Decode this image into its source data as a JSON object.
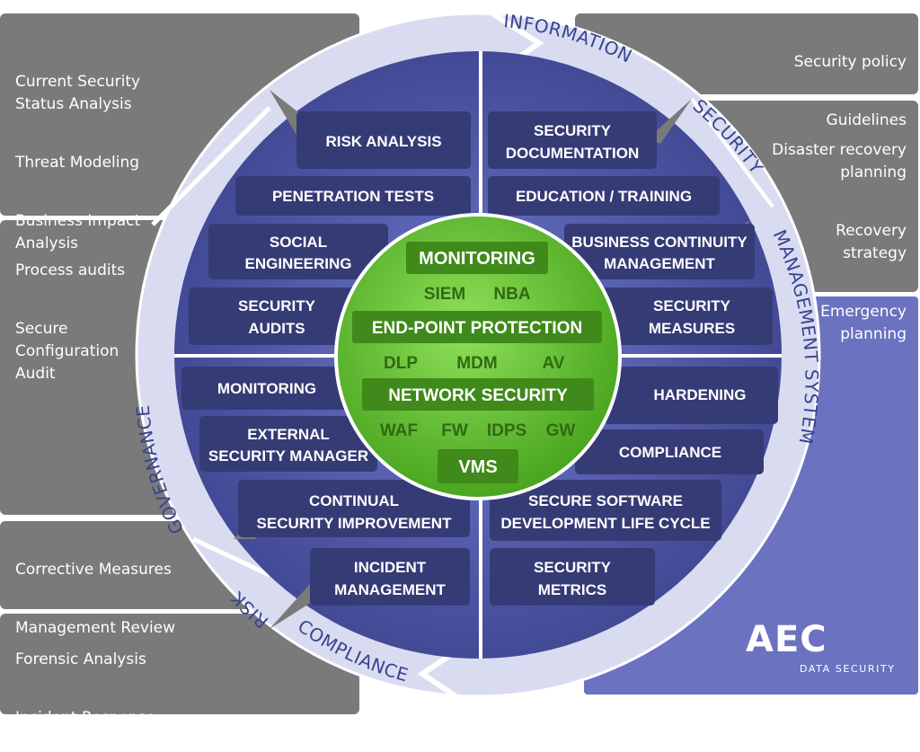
{
  "left_panels": [
    {
      "items": [
        "Current Security\nStatus Analysis",
        "Threat Modeling",
        "Business Impact\nAnalysis"
      ]
    },
    {
      "items": [
        "Process audits",
        "Secure\nConfiguration\nAudit"
      ]
    },
    {
      "items": [
        "Corrective Measures",
        "Management Review"
      ]
    },
    {
      "items": [
        "Forensic Analysis",
        "Incident Response"
      ]
    }
  ],
  "right_panels": [
    {
      "items": [
        "Security policy",
        "Guidelines"
      ]
    },
    {
      "items": [
        "Disaster recovery\nplanning",
        "Recovery\nstrategy",
        "Emergency\nplanning"
      ]
    }
  ],
  "ring_labels": [
    "INFORMATION",
    "SECURITY",
    "MANAGEMENT  SYSTEM",
    "GOVERNANCE",
    "RISK",
    "COMPLIANCE"
  ],
  "left_boxes": [
    [
      "RISK ANALYSIS"
    ],
    [
      "PENETRATION TESTS"
    ],
    [
      "SOCIAL",
      "ENGINEERING"
    ],
    [
      "SECURITY",
      "AUDITS"
    ],
    [
      "MONITORING"
    ],
    [
      "EXTERNAL",
      "SECURITY MANAGER"
    ],
    [
      "CONTINUAL",
      "SECURITY IMPROVEMENT"
    ],
    [
      "INCIDENT",
      "MANAGEMENT"
    ]
  ],
  "right_boxes": [
    [
      "SECURITY",
      "DOCUMENTATION"
    ],
    [
      "EDUCATION / TRAINING"
    ],
    [
      "BUSINESS CONTINUITY",
      "MANAGEMENT"
    ],
    [
      "SECURITY",
      "MEASURES"
    ],
    [
      "HARDENING"
    ],
    [
      "COMPLIANCE"
    ],
    [
      "SECURE SOFTWARE",
      "DEVELOPMENT LIFE CYCLE"
    ],
    [
      "SECURITY",
      "METRICS"
    ]
  ],
  "core": {
    "monitoring": "MONITORING",
    "monitoring_items": [
      "SIEM",
      "NBA"
    ],
    "endpoint": "END-POINT PROTECTION",
    "endpoint_items": [
      "DLP",
      "MDM",
      "AV"
    ],
    "network": "NETWORK SECURITY",
    "network_items": [
      "WAF",
      "FW",
      "IDPS",
      "GW"
    ],
    "vms": "VMS"
  },
  "logo": {
    "main": "AEC",
    "sub": "DATA SECURITY"
  },
  "colors": {
    "panel_gray": "#7a7a7a",
    "ring": "#d9dcf0",
    "disc_blue": "#4a519f",
    "box_navy": "#353b75",
    "core_green": "#5fba2e",
    "core_dark_green": "#3f8a1a"
  }
}
